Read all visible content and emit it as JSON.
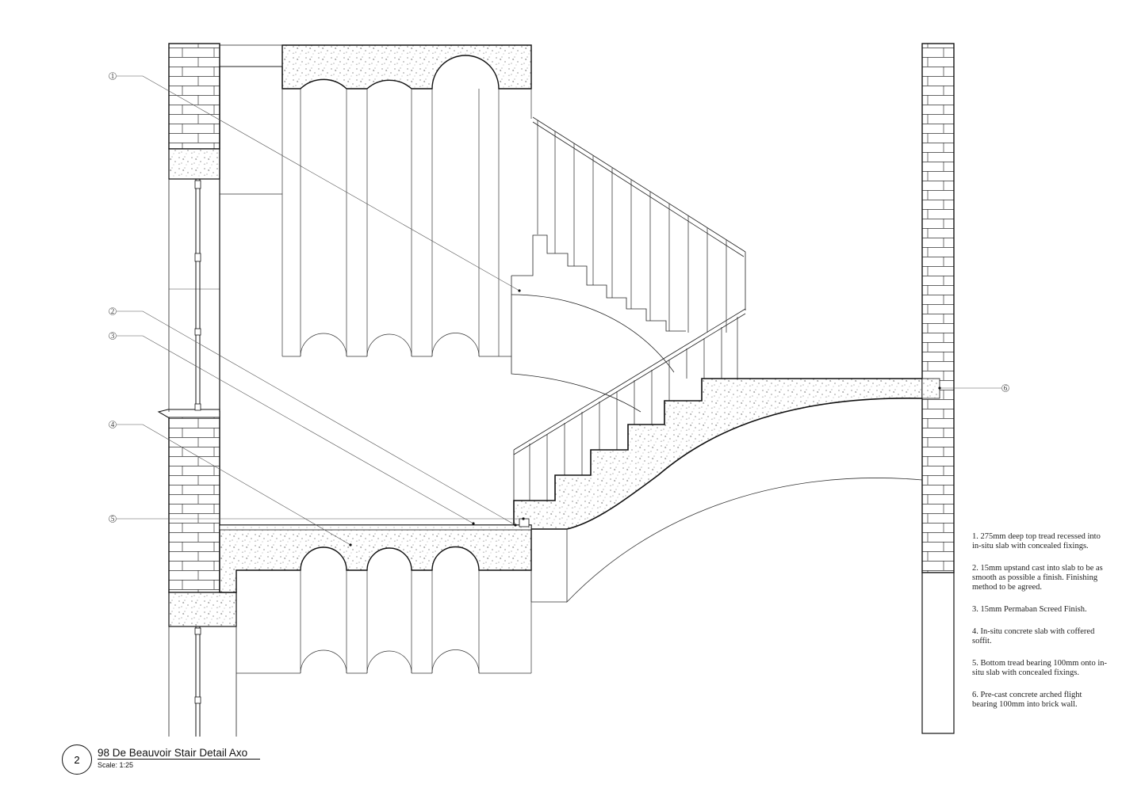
{
  "drawing": {
    "number": "2",
    "title": "98 De Beauvoir Stair Detail Axo",
    "scale": "Scale: 1:25"
  },
  "callouts": [
    {
      "id": "1",
      "text": "1. 275mm deep top tread recessed into in-situ slab with concealed fixings."
    },
    {
      "id": "2",
      "text": "2. 15mm upstand cast into slab to be as smooth as possible a finish. Finishing method to be agreed."
    },
    {
      "id": "3",
      "text": "3. 15mm Permaban Screed Finish."
    },
    {
      "id": "4",
      "text": "4. In-situ concrete slab with coffered soffit."
    },
    {
      "id": "5",
      "text": "5. Bottom tread bearing 100mm onto in-situ slab with concealed fixings."
    },
    {
      "id": "6",
      "text": "6. Pre-cast concrete arched flight bearing 100mm into brick wall."
    }
  ]
}
